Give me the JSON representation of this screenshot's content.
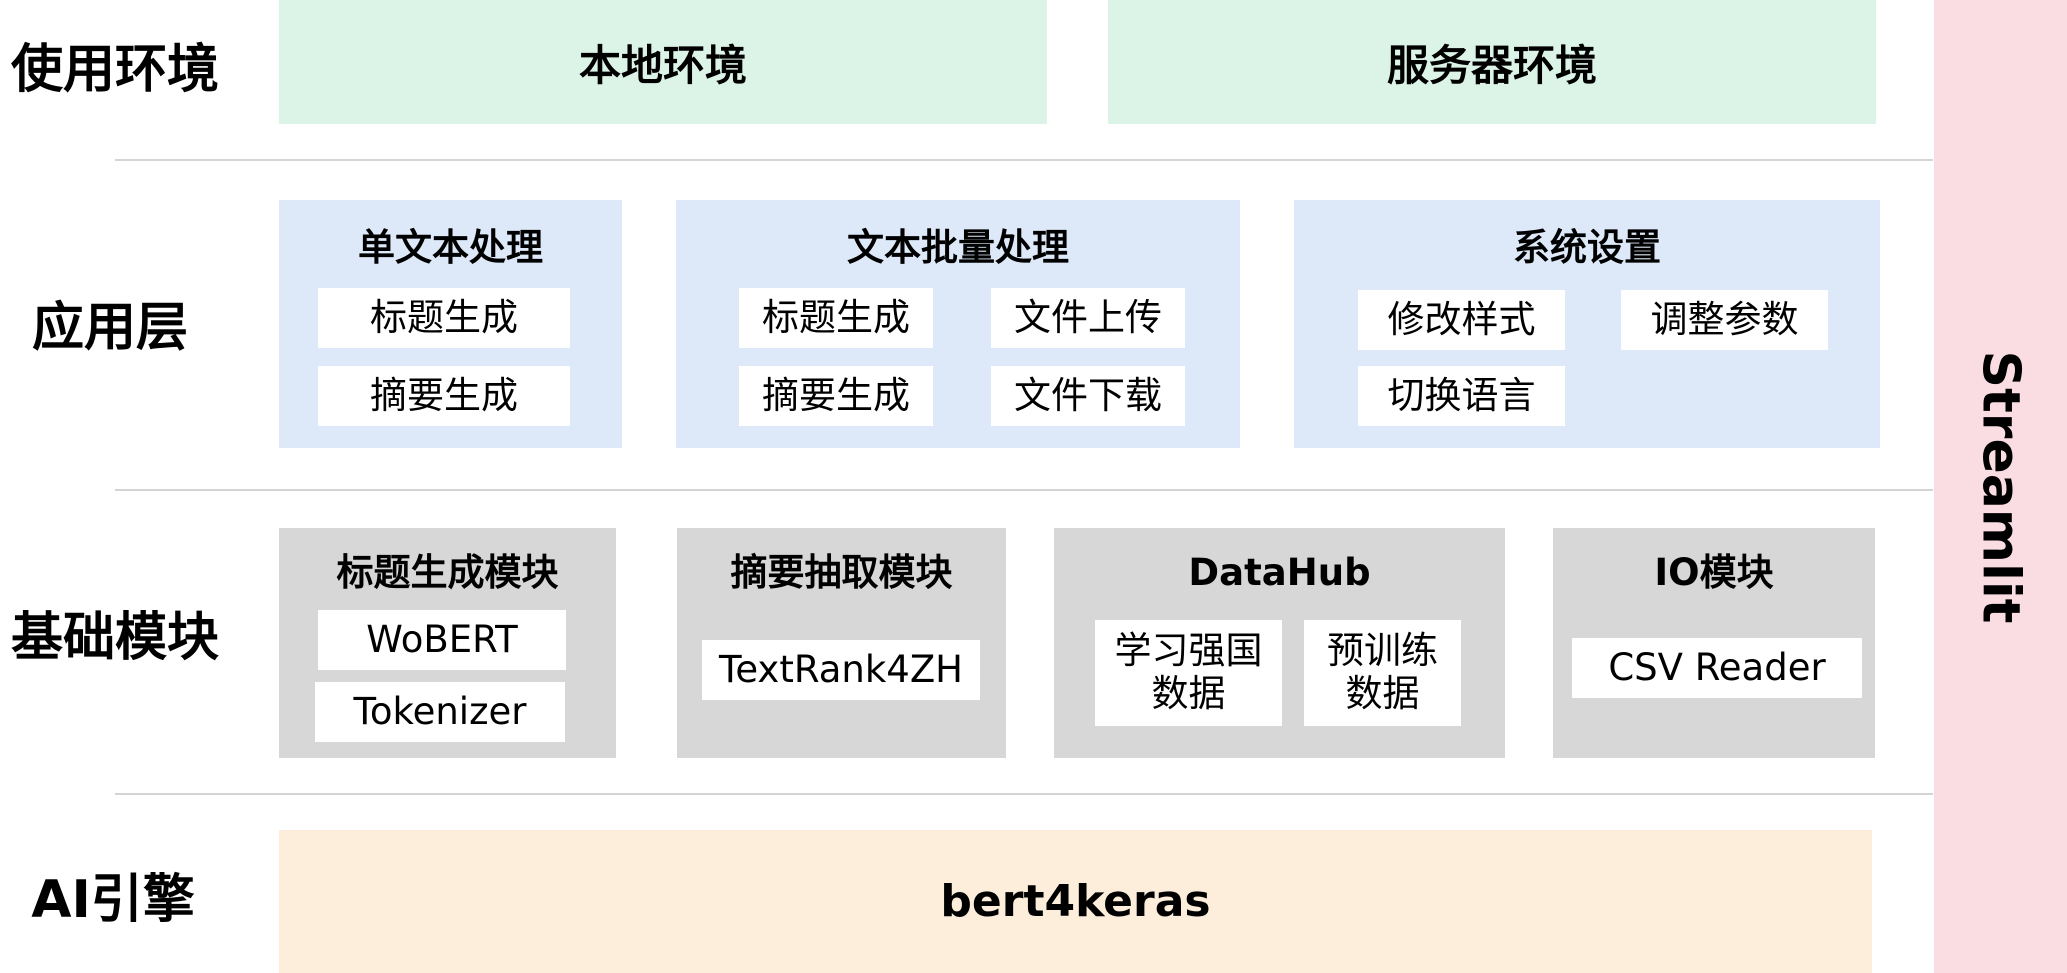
{
  "layers": {
    "env": "使用环境",
    "app": "应用层",
    "base": "基础模块",
    "ai": "AI引擎"
  },
  "env_boxes": [
    "本地环境",
    "服务器环境"
  ],
  "app_panels": [
    {
      "title": "单文本处理",
      "items": [
        "标题生成",
        "摘要生成"
      ]
    },
    {
      "title": "文本批量处理",
      "items": [
        "标题生成",
        "文件上传",
        "摘要生成",
        "文件下载"
      ]
    },
    {
      "title": "系统设置",
      "items": [
        "修改样式",
        "调整参数",
        "切换语言"
      ]
    }
  ],
  "base_panels": [
    {
      "title": "标题生成模块",
      "items": [
        "WoBERT",
        "Tokenizer"
      ]
    },
    {
      "title": "摘要抽取模块",
      "items": [
        "TextRank4ZH"
      ]
    },
    {
      "title": "DataHub",
      "items": [
        "学习强国\n数据",
        "预训练\n数据"
      ]
    },
    {
      "title": "IO模块",
      "items": [
        "CSV Reader"
      ]
    }
  ],
  "ai_engine": "bert4keras",
  "framework": "Streamlit"
}
